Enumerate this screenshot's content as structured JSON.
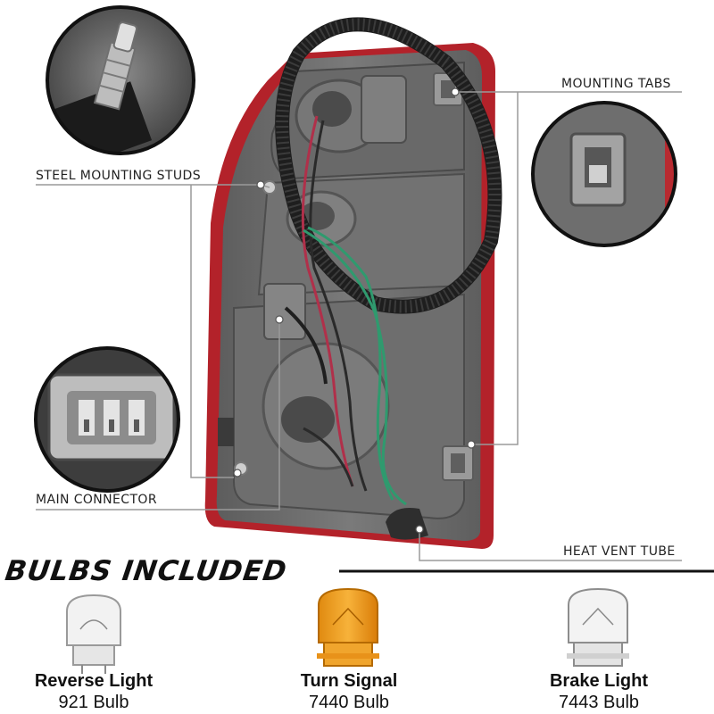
{
  "callouts": {
    "steel_mounting_studs": "STEEL MOUNTING STUDS",
    "main_connector": "MAIN CONNECTOR",
    "mounting_tabs": "MOUNTING TABS",
    "heat_vent_tube": "HEAT VENT TUBE"
  },
  "section": {
    "heading": "BULBS INCLUDED"
  },
  "bulbs": [
    {
      "name": "Reverse Light",
      "type": "921 Bulb"
    },
    {
      "name": "Turn Signal",
      "type": "7440 Bulb"
    },
    {
      "name": "Brake Light",
      "type": "7443 Bulb"
    }
  ],
  "colors": {
    "housing_gray": "#6b6b6b",
    "lens_red": "#c0262b",
    "amber_bulb": "#f29a1a",
    "wire_red": "#b0304a",
    "wire_green": "#2f9a6e"
  }
}
